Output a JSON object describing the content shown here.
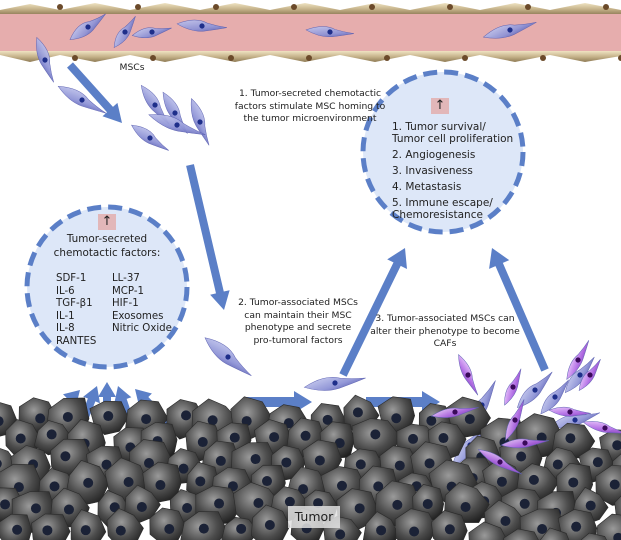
{
  "figure": {
    "title": "MSC homing and tumor-associated MSC fates",
    "colors": {
      "arrow": "#5b7fc7",
      "circle_fill": "#dde7f8",
      "circle_dash": "#5b7fc7",
      "vessel_lumen": "#e6adad",
      "vessel_wall": "#c7b48c",
      "msc_cell": "#8e93d6",
      "caf_cell": "#b36ee6",
      "tumor_cell": "#4a4a4a",
      "up_box": "#e2b7b9"
    }
  },
  "labels": {
    "mscs": "MSCs",
    "step1": [
      "1. Tumor-secreted chemotactic",
      "factors stimulate MSC homing to",
      "the tumor microenvironment"
    ],
    "step2": [
      "2. Tumor-associated MSCs",
      "can maintain their MSC",
      "phenotype and secrete",
      "pro-tumoral factors"
    ],
    "step3": [
      "3. Tumor-associated MSCs can",
      "alter their phenotype to become",
      "CAFs"
    ],
    "tumor": "Tumor"
  },
  "left_circle": {
    "up_symbol": "↑",
    "heading": [
      "Tumor-secreted",
      "chemotactic factors:"
    ],
    "factors_col1": [
      "SDF-1",
      "IL-6",
      "TGF-β1",
      "IL-1",
      "IL-8",
      "RANTES"
    ],
    "factors_col2": [
      "LL-37",
      "MCP-1",
      "HIF-1",
      "Exosomes",
      "Nitric Oxide"
    ]
  },
  "right_circle": {
    "up_symbol": "↑",
    "effects": [
      "1. Tumor survival/",
      "Tumor cell proliferation",
      "2. Angiogenesis",
      "3. Invasiveness",
      "4. Metastasis",
      "5. Immune escape/",
      "Chemoresistance"
    ]
  }
}
